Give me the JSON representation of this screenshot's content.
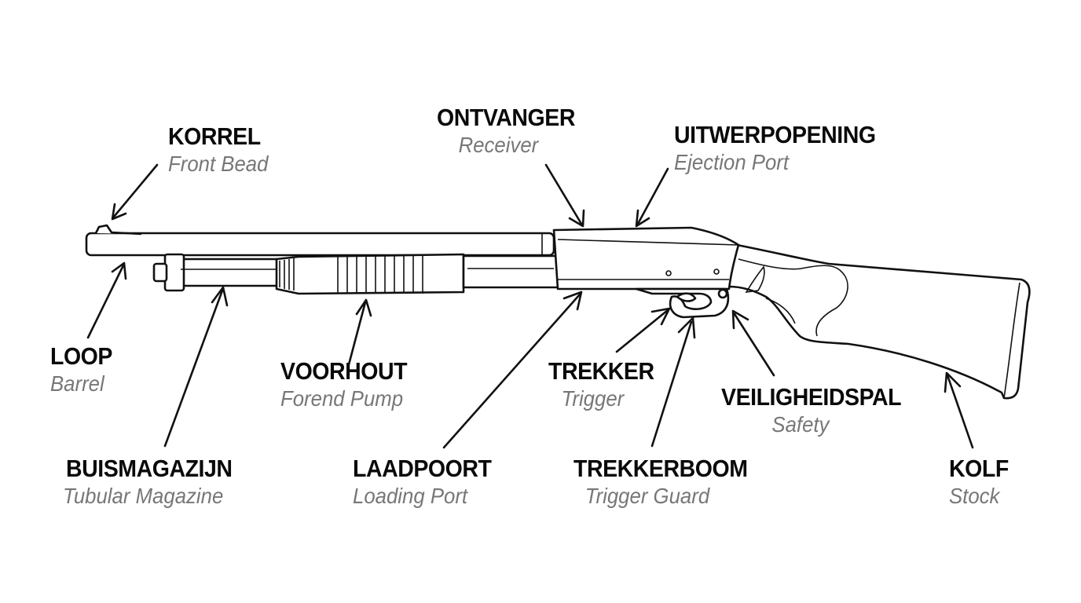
{
  "labels": {
    "korrel": {
      "nl": "KORREL",
      "en": "Front Bead"
    },
    "ontvanger": {
      "nl": "ONTVANGER",
      "en": "Receiver"
    },
    "uitwerpopening": {
      "nl": "UITWERPOPENING",
      "en": "Ejection Port"
    },
    "loop": {
      "nl": "LOOP",
      "en": "Barrel"
    },
    "voorhout": {
      "nl": "VOORHOUT",
      "en": "Forend Pump"
    },
    "trekker": {
      "nl": "TREKKER",
      "en": "Trigger"
    },
    "veiligheidspal": {
      "nl": "VEILIGHEIDSPAL",
      "en": "Safety"
    },
    "buismagazijn": {
      "nl": "BUISMAGAZIJN",
      "en": "Tubular Magazine"
    },
    "laadpoort": {
      "nl": "LAADPOORT",
      "en": "Loading Port"
    },
    "trekkerboom": {
      "nl": "TREKKERBOOM",
      "en": "Trigger Guard"
    },
    "kolf": {
      "nl": "KOLF",
      "en": "Stock"
    }
  },
  "colors": {
    "line": "#111111",
    "primary_text": "#0a0a0a",
    "secondary_text": "#777777",
    "background": "#ffffff"
  }
}
